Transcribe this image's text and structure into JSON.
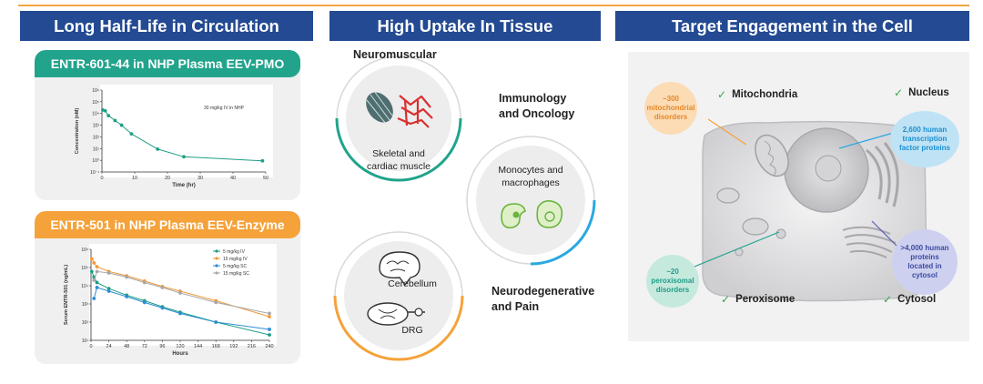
{
  "panels": {
    "circulation": {
      "title": "Long Half-Life in Circulation",
      "card1": {
        "title": "ENTR-601-44 in NHP Plasma EEV-PMO",
        "note": "30 mg/kg IV in NHP",
        "ylabel": "Concentration (nM)",
        "xlabel": "Time (hr)",
        "yticks": [
          "10⁶",
          "10⁵",
          "10⁴",
          "10³",
          "10²",
          "10¹",
          "10⁰",
          "10⁻¹"
        ],
        "xticks": [
          "0",
          "10",
          "20",
          "30",
          "40",
          "50"
        ]
      },
      "card2": {
        "title": "ENTR-501 in NHP Plasma EEV-Enzyme",
        "ylabel": "Serum ENTR-501 (ng/mL)",
        "xlabel": "Hours",
        "yticks": [
          "10⁶",
          "10⁵",
          "10⁴",
          "10³",
          "10²",
          "10¹"
        ],
        "xticks": [
          "0",
          "24",
          "48",
          "72",
          "96",
          "120",
          "144",
          "168",
          "192",
          "216",
          "240"
        ],
        "legend": [
          "5 mg/kg IV",
          "15 mg/kg IV",
          "5 mg/kg SC",
          "15 mg/kg SC"
        ]
      }
    },
    "tissue": {
      "title": "High Uptake In Tissue",
      "neuromuscular": {
        "label": "Neuromuscular",
        "text1": "Skeletal and",
        "text2": "cardiac muscle"
      },
      "immunology": {
        "label1": "Immunology",
        "label2": "and Oncology",
        "text1": "Monocytes and",
        "text2": "macrophages"
      },
      "neuro": {
        "label1": "Neurodegenerative",
        "label2": "and Pain",
        "text1": "Cerebellum",
        "text2": "DRG"
      }
    },
    "cell": {
      "title": "Target Engagement in the Cell",
      "labels": {
        "mito": "Mitochondria",
        "nucleus": "Nucleus",
        "perox": "Peroxisome",
        "cytosol": "Cytosol"
      },
      "bubbles": {
        "mito": {
          "l1": "~300",
          "l2": "mitochondrial",
          "l3": "disorders"
        },
        "nucleus": {
          "l1": "2,600 human",
          "l2": "transcription",
          "l3": "factor proteins"
        },
        "perox": {
          "l1": "~20",
          "l2": "peroxisomal",
          "l3": "disorders"
        },
        "cytosol": {
          "l1": ">4,000 human",
          "l2": "proteins",
          "l3": "located in",
          "l4": "cytosol"
        }
      }
    }
  },
  "colors": {
    "header": "#234a93",
    "accent_line": "#f0a640",
    "green": "#21a38c",
    "orange": "#f5a23a",
    "blue": "#2aa8e0",
    "check": "#37a34a",
    "series_green": "#1e9e85",
    "series_orange": "#f29a3a",
    "series_blue": "#2b8fd4",
    "series_gray": "#a8a8a8"
  },
  "chart_data": [
    {
      "type": "line",
      "title": "ENTR-601-44 in NHP Plasma EEV-PMO",
      "xlabel": "Time (hr)",
      "ylabel": "Concentration (nM)",
      "xlim": [
        0,
        50
      ],
      "ylim_log10": [
        -1,
        6
      ],
      "log_y": true,
      "series": [
        {
          "x": [
            0.25,
            1,
            2,
            4,
            6,
            9,
            17,
            25,
            49
          ],
          "y": [
            20000,
            17000,
            6500,
            2500,
            1000,
            180,
            9,
            2,
            0.9
          ]
        }
      ]
    },
    {
      "type": "line",
      "title": "ENTR-501 in NHP Plasma EEV-Enzyme",
      "xlabel": "Hours",
      "ylabel": "Serum ENTR-501 (ng/mL)",
      "xlim": [
        0,
        240
      ],
      "ylim_log10": [
        1,
        6
      ],
      "log_y": true,
      "series": [
        {
          "name": "5 mg/kg IV",
          "x": [
            1,
            4,
            8,
            24,
            48,
            72,
            96,
            120,
            168,
            240
          ],
          "y": [
            60000,
            30000,
            15000,
            7000,
            3000,
            1500,
            700,
            350,
            100,
            20
          ]
        },
        {
          "name": "15 mg/kg IV",
          "x": [
            1,
            4,
            8,
            24,
            48,
            72,
            96,
            120,
            168,
            240
          ],
          "y": [
            300000,
            180000,
            110000,
            60000,
            35000,
            18000,
            9000,
            5000,
            1500,
            200
          ]
        },
        {
          "name": "5 mg/kg SC",
          "x": [
            4,
            8,
            24,
            48,
            72,
            96,
            120,
            168,
            240
          ],
          "y": [
            2000,
            8000,
            5000,
            2500,
            1200,
            600,
            300,
            100,
            40
          ]
        },
        {
          "name": "15 mg/kg SC",
          "x": [
            4,
            8,
            24,
            48,
            72,
            96,
            120,
            168,
            240
          ],
          "y": [
            20000,
            60000,
            50000,
            30000,
            15000,
            8000,
            4000,
            1200,
            300
          ]
        }
      ]
    }
  ]
}
